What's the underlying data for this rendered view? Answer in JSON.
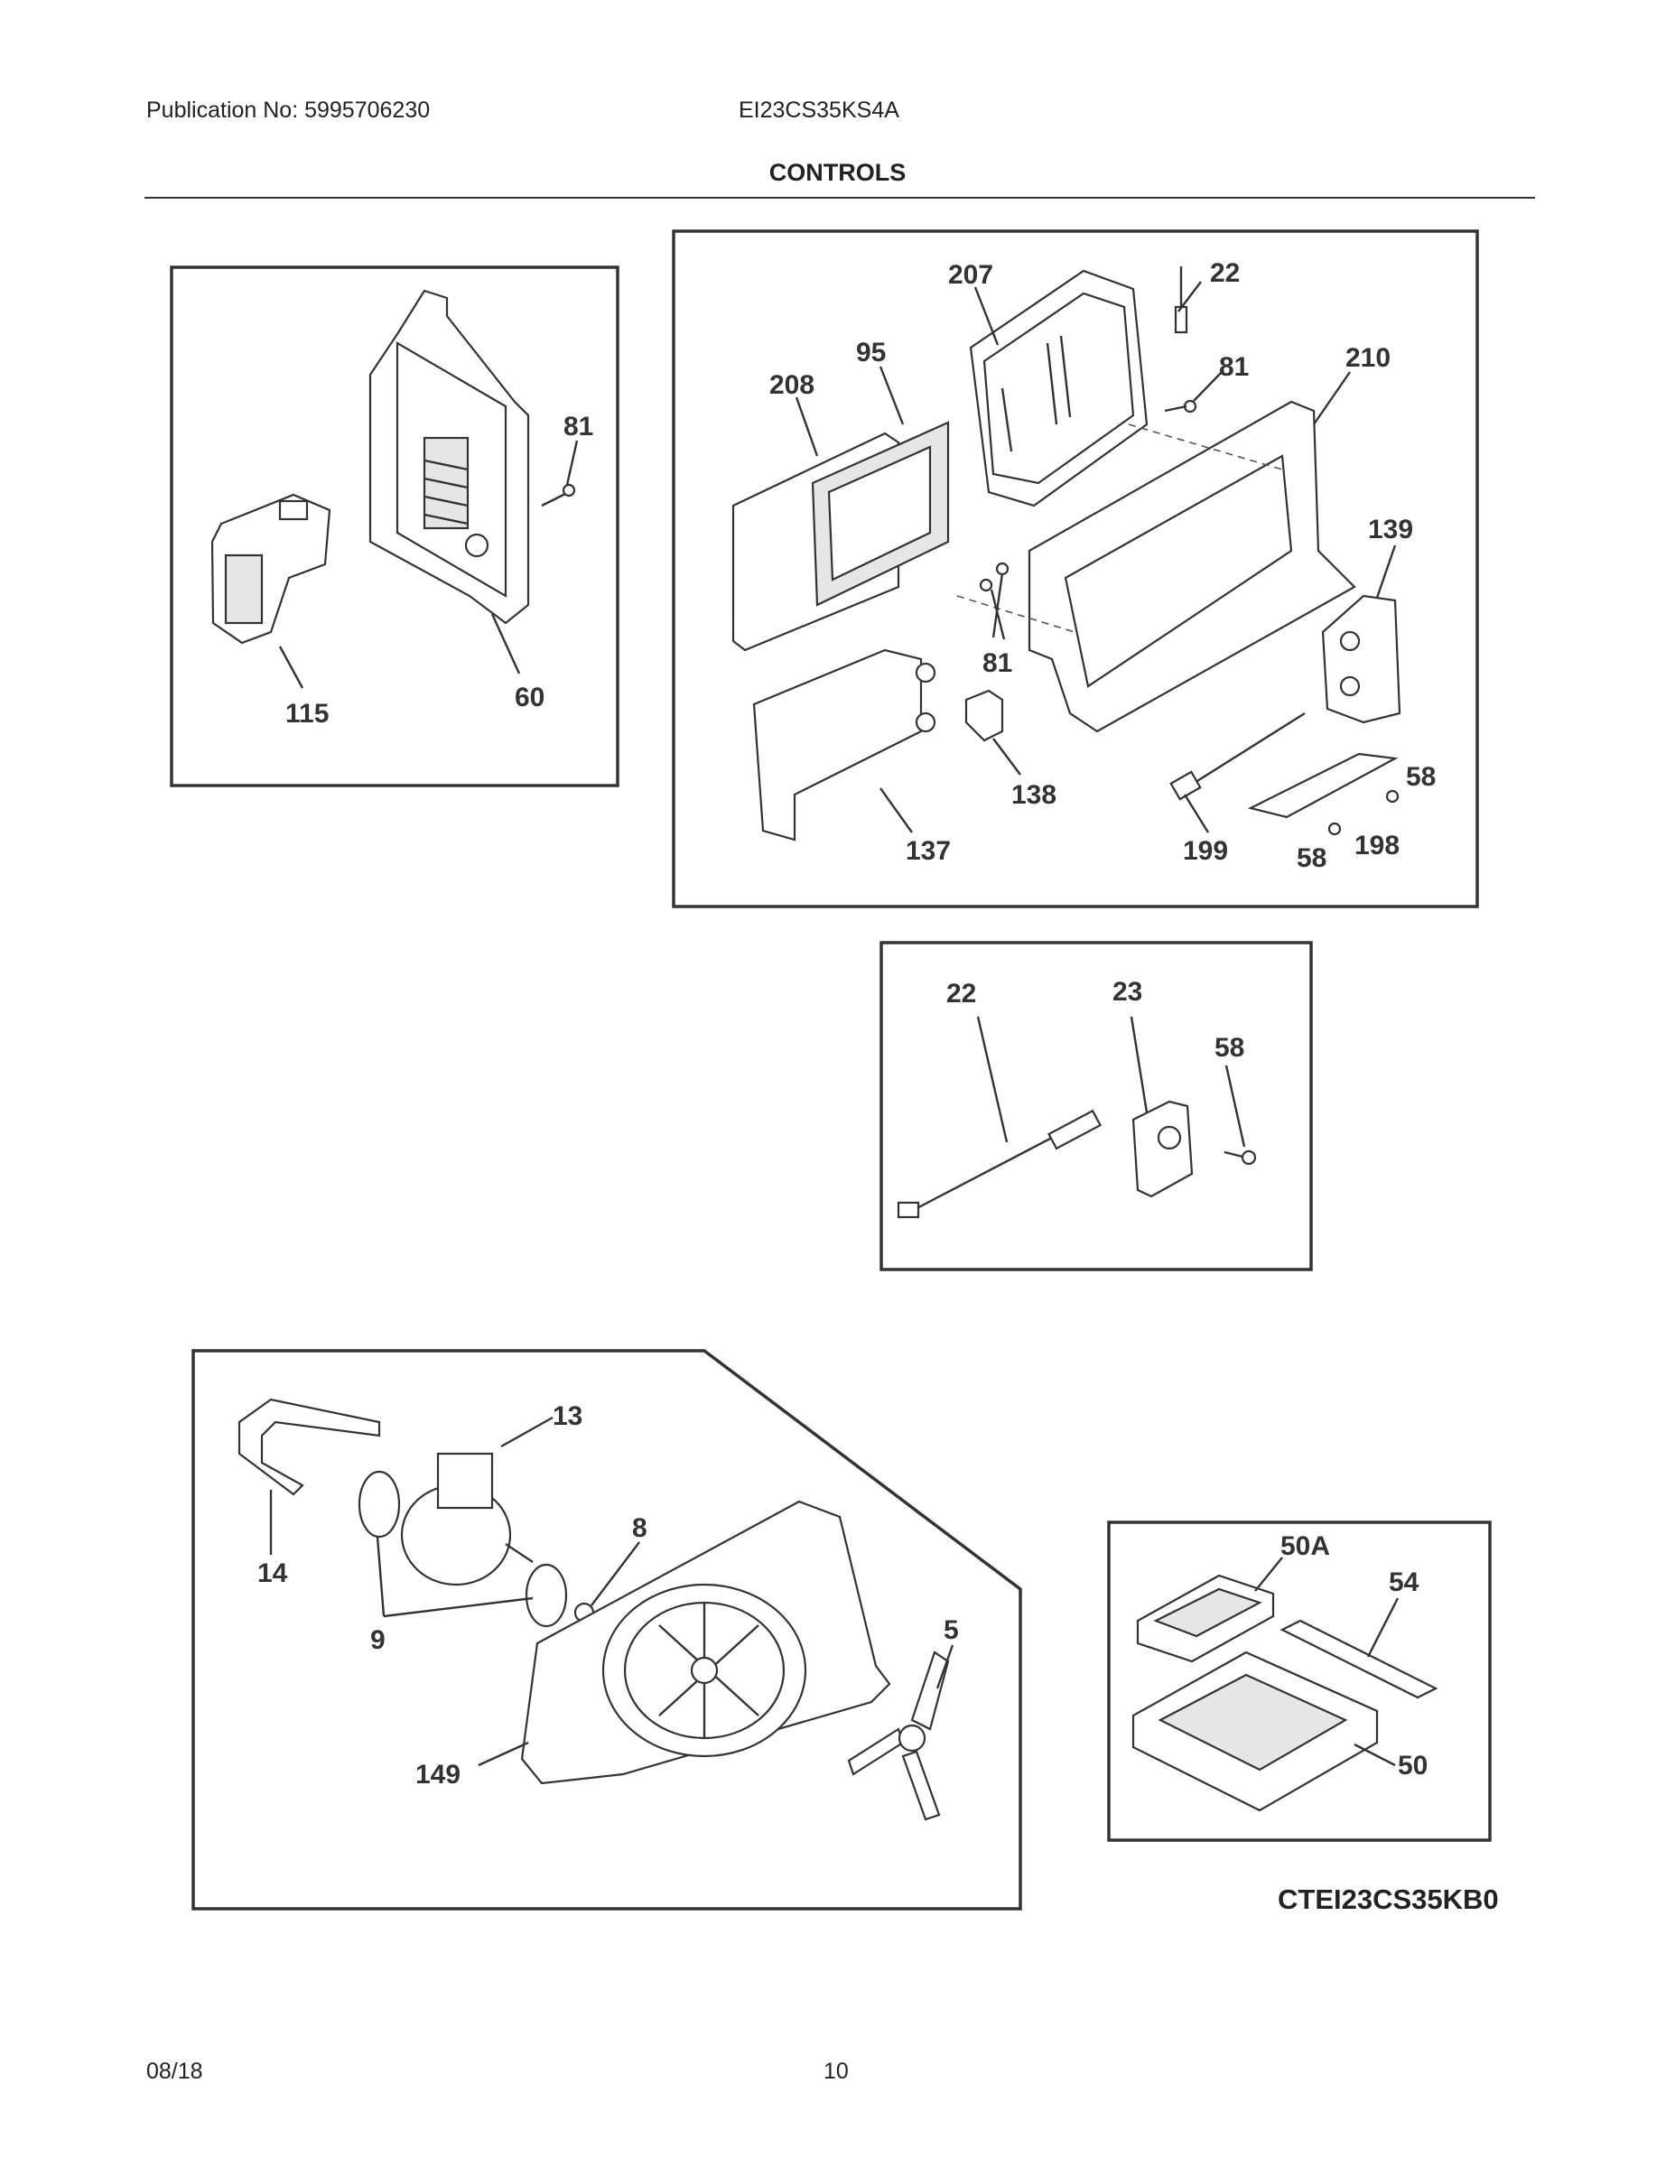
{
  "header": {
    "publication": "Publication No: 5995706230",
    "model": "EI23CS35KS4A",
    "section_title": "CONTROLS"
  },
  "footer": {
    "date": "08/18",
    "page": "10"
  },
  "diagram_code": "CTEI23CS35KB0",
  "panels": {
    "upper_left": {
      "labels": [
        "81",
        "115",
        "60"
      ]
    },
    "upper_right": {
      "labels": [
        "207",
        "22",
        "95",
        "208",
        "81",
        "210",
        "139",
        "81",
        "138",
        "137",
        "199",
        "58",
        "198",
        "58"
      ]
    },
    "middle": {
      "labels": [
        "22",
        "23",
        "58"
      ]
    },
    "lower_left": {
      "labels": [
        "13",
        "14",
        "8",
        "9",
        "5",
        "149"
      ]
    },
    "lower_right": {
      "labels": [
        "50A",
        "54",
        "50"
      ]
    }
  }
}
